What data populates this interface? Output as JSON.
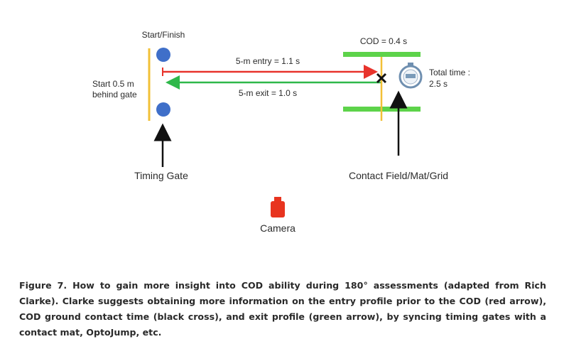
{
  "diagram": {
    "start_finish_label": "Start/Finish",
    "start_offset_label": [
      "Start 0.5 m",
      "behind gate"
    ],
    "entry_label": "5-m entry = 1.1 s",
    "exit_label": "5-m exit = 1.0 s",
    "cod_label": "COD = 0.4 s",
    "total_time_label": [
      "Total time :",
      "2.5 s"
    ],
    "timing_gate_label": "Timing Gate",
    "contact_field_label": "Contact Field/Mat/Grid",
    "camera_label": "Camera",
    "colors": {
      "gate_pole": "#f2c037",
      "gate_marker": "#3f6fc9",
      "entry_arrow": "#e8332c",
      "exit_arrow": "#2fb84a",
      "mat_bar": "#5dd34a",
      "camera": "#e8341f",
      "stopwatch": "#6f8fb0"
    }
  },
  "caption": "Figure 7. How to gain more insight into COD ability during 180° assessments (adapted from Rich Clarke). Clarke suggests obtaining more information on the entry profile prior to the COD (red arrow), COD ground contact time (black cross), and exit profile (green arrow), by syncing timing gates with a contact mat, OptoJump, etc."
}
